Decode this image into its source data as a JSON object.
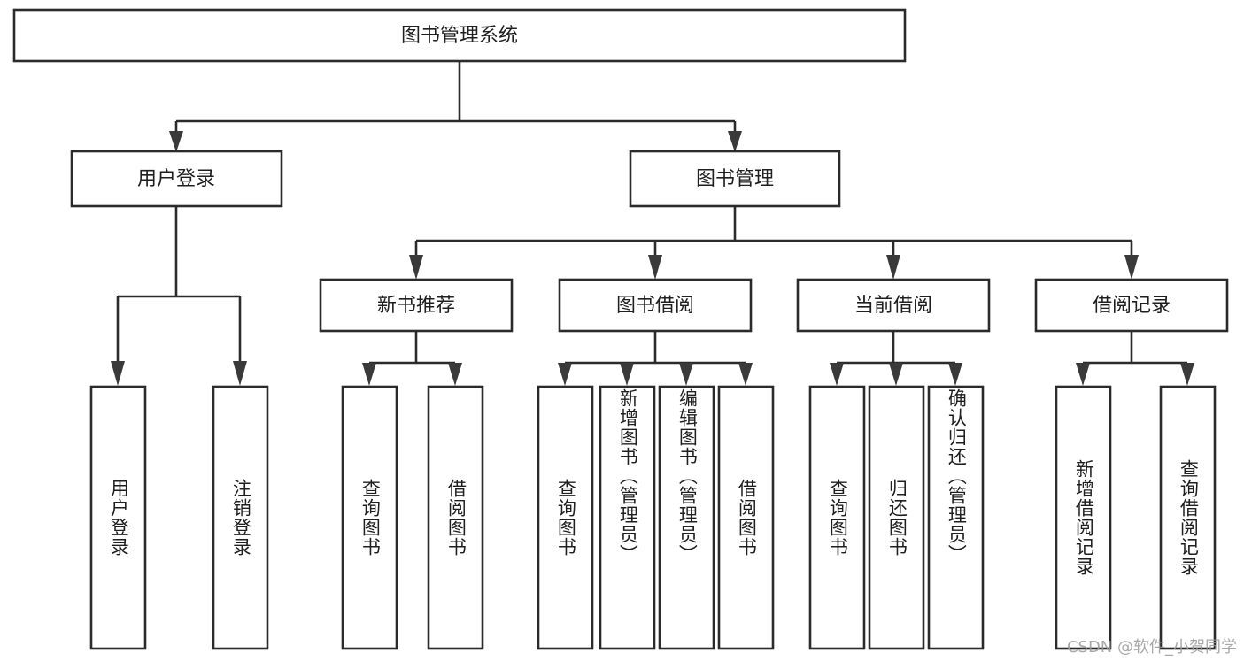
{
  "diagram": {
    "title": "图书管理系统",
    "type": "tree-hierarchy-chart",
    "colors": {
      "box_stroke": "#2b2b2b",
      "box_fill": "#ffffff",
      "connector": "#2b2b2b",
      "arrow": "#3a3a3a",
      "text": "#1f1f1f",
      "watermark": "#9a9a9a"
    },
    "root": {
      "label": "图书管理系统"
    },
    "level2": [
      {
        "label": "用户登录"
      },
      {
        "label": "图书管理"
      }
    ],
    "level3": [
      {
        "label": "新书推荐"
      },
      {
        "label": "图书借阅"
      },
      {
        "label": "当前借阅"
      },
      {
        "label": "借阅记录"
      }
    ],
    "leaves_user_login": [
      {
        "label": "用户登录"
      },
      {
        "label": "注销登录"
      }
    ],
    "leaves_new_book": [
      {
        "label": "查询图书"
      },
      {
        "label": "借阅图书"
      }
    ],
    "leaves_borrow": [
      {
        "label": "查询图书"
      },
      {
        "label": "新增图书（管理员）"
      },
      {
        "label": "编辑图书（管理员）"
      },
      {
        "label": "借阅图书"
      }
    ],
    "leaves_current": [
      {
        "label": "查询图书"
      },
      {
        "label": "归还图书"
      },
      {
        "label": "确认归还（管理员）"
      }
    ],
    "leaves_record": [
      {
        "label": "新增借阅记录"
      },
      {
        "label": "查询借阅记录"
      }
    ]
  },
  "watermark": {
    "text": "CSDN @软件_小贺同学"
  }
}
